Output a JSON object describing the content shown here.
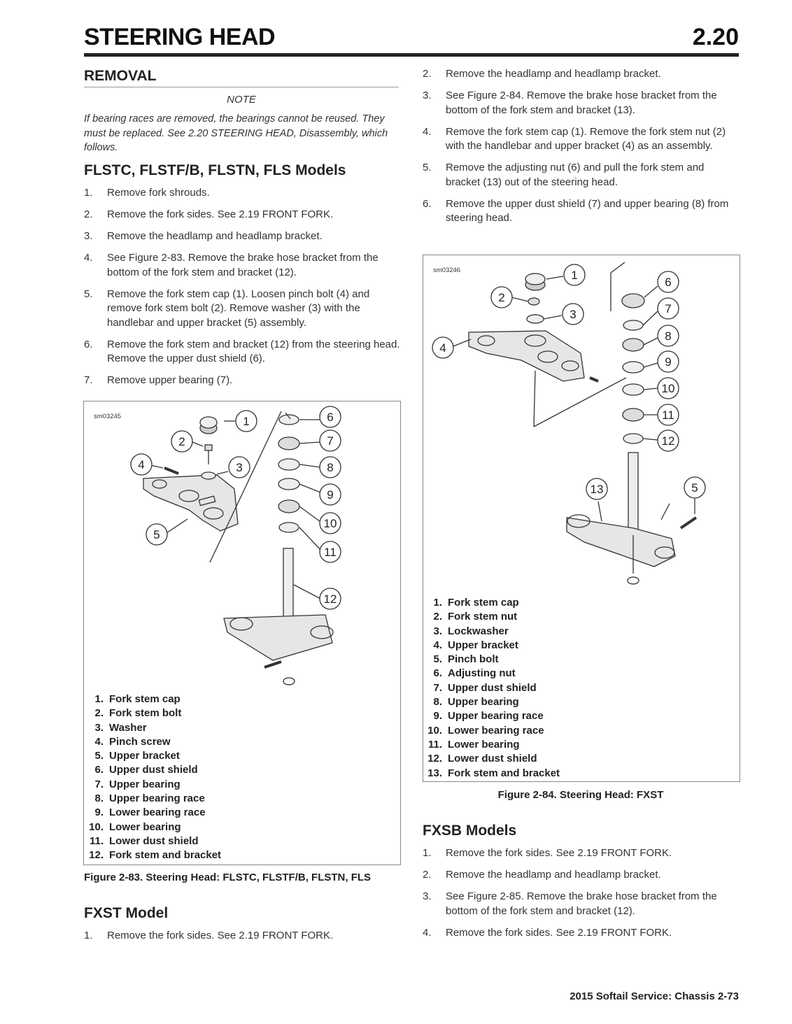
{
  "header": {
    "title": "STEERING HEAD",
    "section": "2.20"
  },
  "removal": {
    "heading": "REMOVAL",
    "note_label": "NOTE",
    "note_text": "If bearing races are removed, the bearings cannot be reused. They must be replaced. See 2.20 STEERING HEAD, Disassembly, which follows."
  },
  "flstc": {
    "heading": "FLSTC, FLSTF/B, FLSTN, FLS Models",
    "steps": [
      {
        "n": "1.",
        "t": "Remove fork shrouds."
      },
      {
        "n": "2.",
        "t": "Remove the fork sides. See 2.19 FRONT FORK."
      },
      {
        "n": "3.",
        "t": "Remove the headlamp and headlamp bracket."
      },
      {
        "n": "4.",
        "t": "See Figure 2-83. Remove the brake hose bracket from the bottom of the fork stem and bracket (12)."
      },
      {
        "n": "5.",
        "t": "Remove the fork stem cap (1). Loosen pinch bolt (4) and remove fork stem bolt (2). Remove washer (3) with the handlebar and upper bracket (5) assembly."
      },
      {
        "n": "6.",
        "t": "Remove the fork stem and bracket (12) from the steering head. Remove the upper dust shield (6)."
      },
      {
        "n": "7.",
        "t": "Remove upper bearing (7)."
      }
    ]
  },
  "fig83": {
    "code": "sm03245",
    "legend": [
      {
        "n": "1.",
        "t": "Fork stem cap"
      },
      {
        "n": "2.",
        "t": "Fork stem bolt"
      },
      {
        "n": "3.",
        "t": "Washer"
      },
      {
        "n": "4.",
        "t": "Pinch screw"
      },
      {
        "n": "5.",
        "t": "Upper bracket"
      },
      {
        "n": "6.",
        "t": "Upper dust shield"
      },
      {
        "n": "7.",
        "t": "Upper bearing"
      },
      {
        "n": "8.",
        "t": "Upper bearing race"
      },
      {
        "n": "9.",
        "t": "Lower bearing race"
      },
      {
        "n": "10.",
        "t": "Lower bearing"
      },
      {
        "n": "11.",
        "t": "Lower dust shield"
      },
      {
        "n": "12.",
        "t": "Fork stem and bracket"
      }
    ],
    "caption": "Figure 2-83. Steering Head: FLSTC, FLSTF/B, FLSTN, FLS",
    "callouts": [
      "1",
      "2",
      "3",
      "4",
      "5",
      "6",
      "7",
      "8",
      "9",
      "10",
      "11",
      "12"
    ]
  },
  "fxst": {
    "heading": "FXST Model",
    "steps_left": [
      {
        "n": "1.",
        "t": "Remove the fork sides. See 2.19 FRONT FORK."
      }
    ],
    "steps_right": [
      {
        "n": "2.",
        "t": "Remove the headlamp and headlamp bracket."
      },
      {
        "n": "3.",
        "t": "See Figure 2-84. Remove the brake hose bracket from the bottom of the fork stem and bracket (13)."
      },
      {
        "n": "4.",
        "t": "Remove the fork stem cap (1). Remove the fork stem nut (2) with the handlebar and upper bracket (4) as an assembly."
      },
      {
        "n": "5.",
        "t": "Remove the adjusting nut (6) and pull the fork stem and bracket (13) out of the steering head."
      },
      {
        "n": "6.",
        "t": "Remove the upper dust shield (7) and upper bearing (8) from steering head."
      }
    ]
  },
  "fig84": {
    "code": "sm03246",
    "legend": [
      {
        "n": "1.",
        "t": "Fork stem cap"
      },
      {
        "n": "2.",
        "t": "Fork stem nut"
      },
      {
        "n": "3.",
        "t": "Lockwasher"
      },
      {
        "n": "4.",
        "t": "Upper bracket"
      },
      {
        "n": "5.",
        "t": "Pinch bolt"
      },
      {
        "n": "6.",
        "t": "Adjusting nut"
      },
      {
        "n": "7.",
        "t": "Upper dust shield"
      },
      {
        "n": "8.",
        "t": "Upper bearing"
      },
      {
        "n": "9.",
        "t": "Upper bearing race"
      },
      {
        "n": "10.",
        "t": "Lower bearing race"
      },
      {
        "n": "11.",
        "t": "Lower bearing"
      },
      {
        "n": "12.",
        "t": "Lower dust shield"
      },
      {
        "n": "13.",
        "t": "Fork stem and bracket"
      }
    ],
    "caption": "Figure 2-84. Steering Head: FXST",
    "callouts": [
      "1",
      "2",
      "3",
      "4",
      "5",
      "6",
      "7",
      "8",
      "9",
      "10",
      "11",
      "12",
      "13"
    ]
  },
  "fxsb": {
    "heading": "FXSB Models",
    "steps": [
      {
        "n": "1.",
        "t": "Remove the fork sides. See 2.19 FRONT FORK."
      },
      {
        "n": "2.",
        "t": "Remove the headlamp and headlamp bracket."
      },
      {
        "n": "3.",
        "t": "See Figure 2-85. Remove the brake hose bracket from the bottom of the fork stem and bracket (12)."
      },
      {
        "n": "4.",
        "t": "Remove the fork sides. See 2.19 FRONT FORK."
      }
    ]
  },
  "footer": {
    "text": "2015 Softail Service:  Chassis  2-73"
  }
}
